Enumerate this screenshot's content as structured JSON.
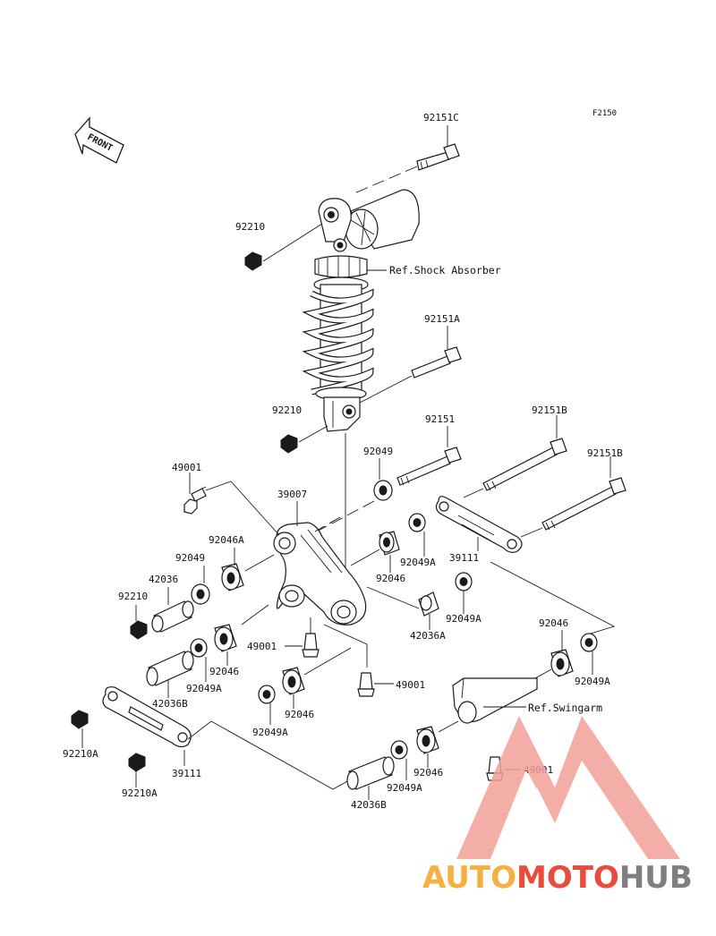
{
  "figure_code": "F2150",
  "front_label": "FRONT",
  "references": {
    "shock_absorber": "Ref.Shock Absorber",
    "swingarm": "Ref.Swingarm"
  },
  "part_labels": {
    "p92151C": "92151C",
    "p92210_top": "92210",
    "p92151A": "92151A",
    "p92210_mid": "92210",
    "p92151": "92151",
    "p92151B_a": "92151B",
    "p92151B_b": "92151B",
    "p49001_a": "49001",
    "p39007": "39007",
    "p92049_a": "92049",
    "p92046A": "92046A",
    "p92049_b": "92049",
    "p42036": "42036",
    "p92210_low": "92210",
    "p92049A_a": "92049A",
    "p39111_a": "39111",
    "p92046_a": "92046",
    "p92049A_b": "92049A",
    "p42036A": "42036A",
    "p49001_b": "49001",
    "p92046_b": "92046",
    "p92049A_c": "92049A",
    "p42036B_a": "42036B",
    "p49001_c": "49001",
    "p92046_c": "92046",
    "p92049A_d": "92049A",
    "p92046_d": "92046",
    "p92049A_e": "92049A",
    "p92210A_a": "92210A",
    "p39111_b": "39111",
    "p92210A_b": "92210A",
    "p42036B_b": "42036B",
    "p92049A_f": "92049A",
    "p92046_e": "92046",
    "p49001_d": "49001"
  },
  "watermark": {
    "part1": "AUTO",
    "part2": "MOTO",
    "part3": "HUB",
    "colors": {
      "orange": "#f5b041",
      "red": "#e74c3c",
      "gray": "#7f7f7f",
      "logo": "#f2a09a"
    }
  }
}
